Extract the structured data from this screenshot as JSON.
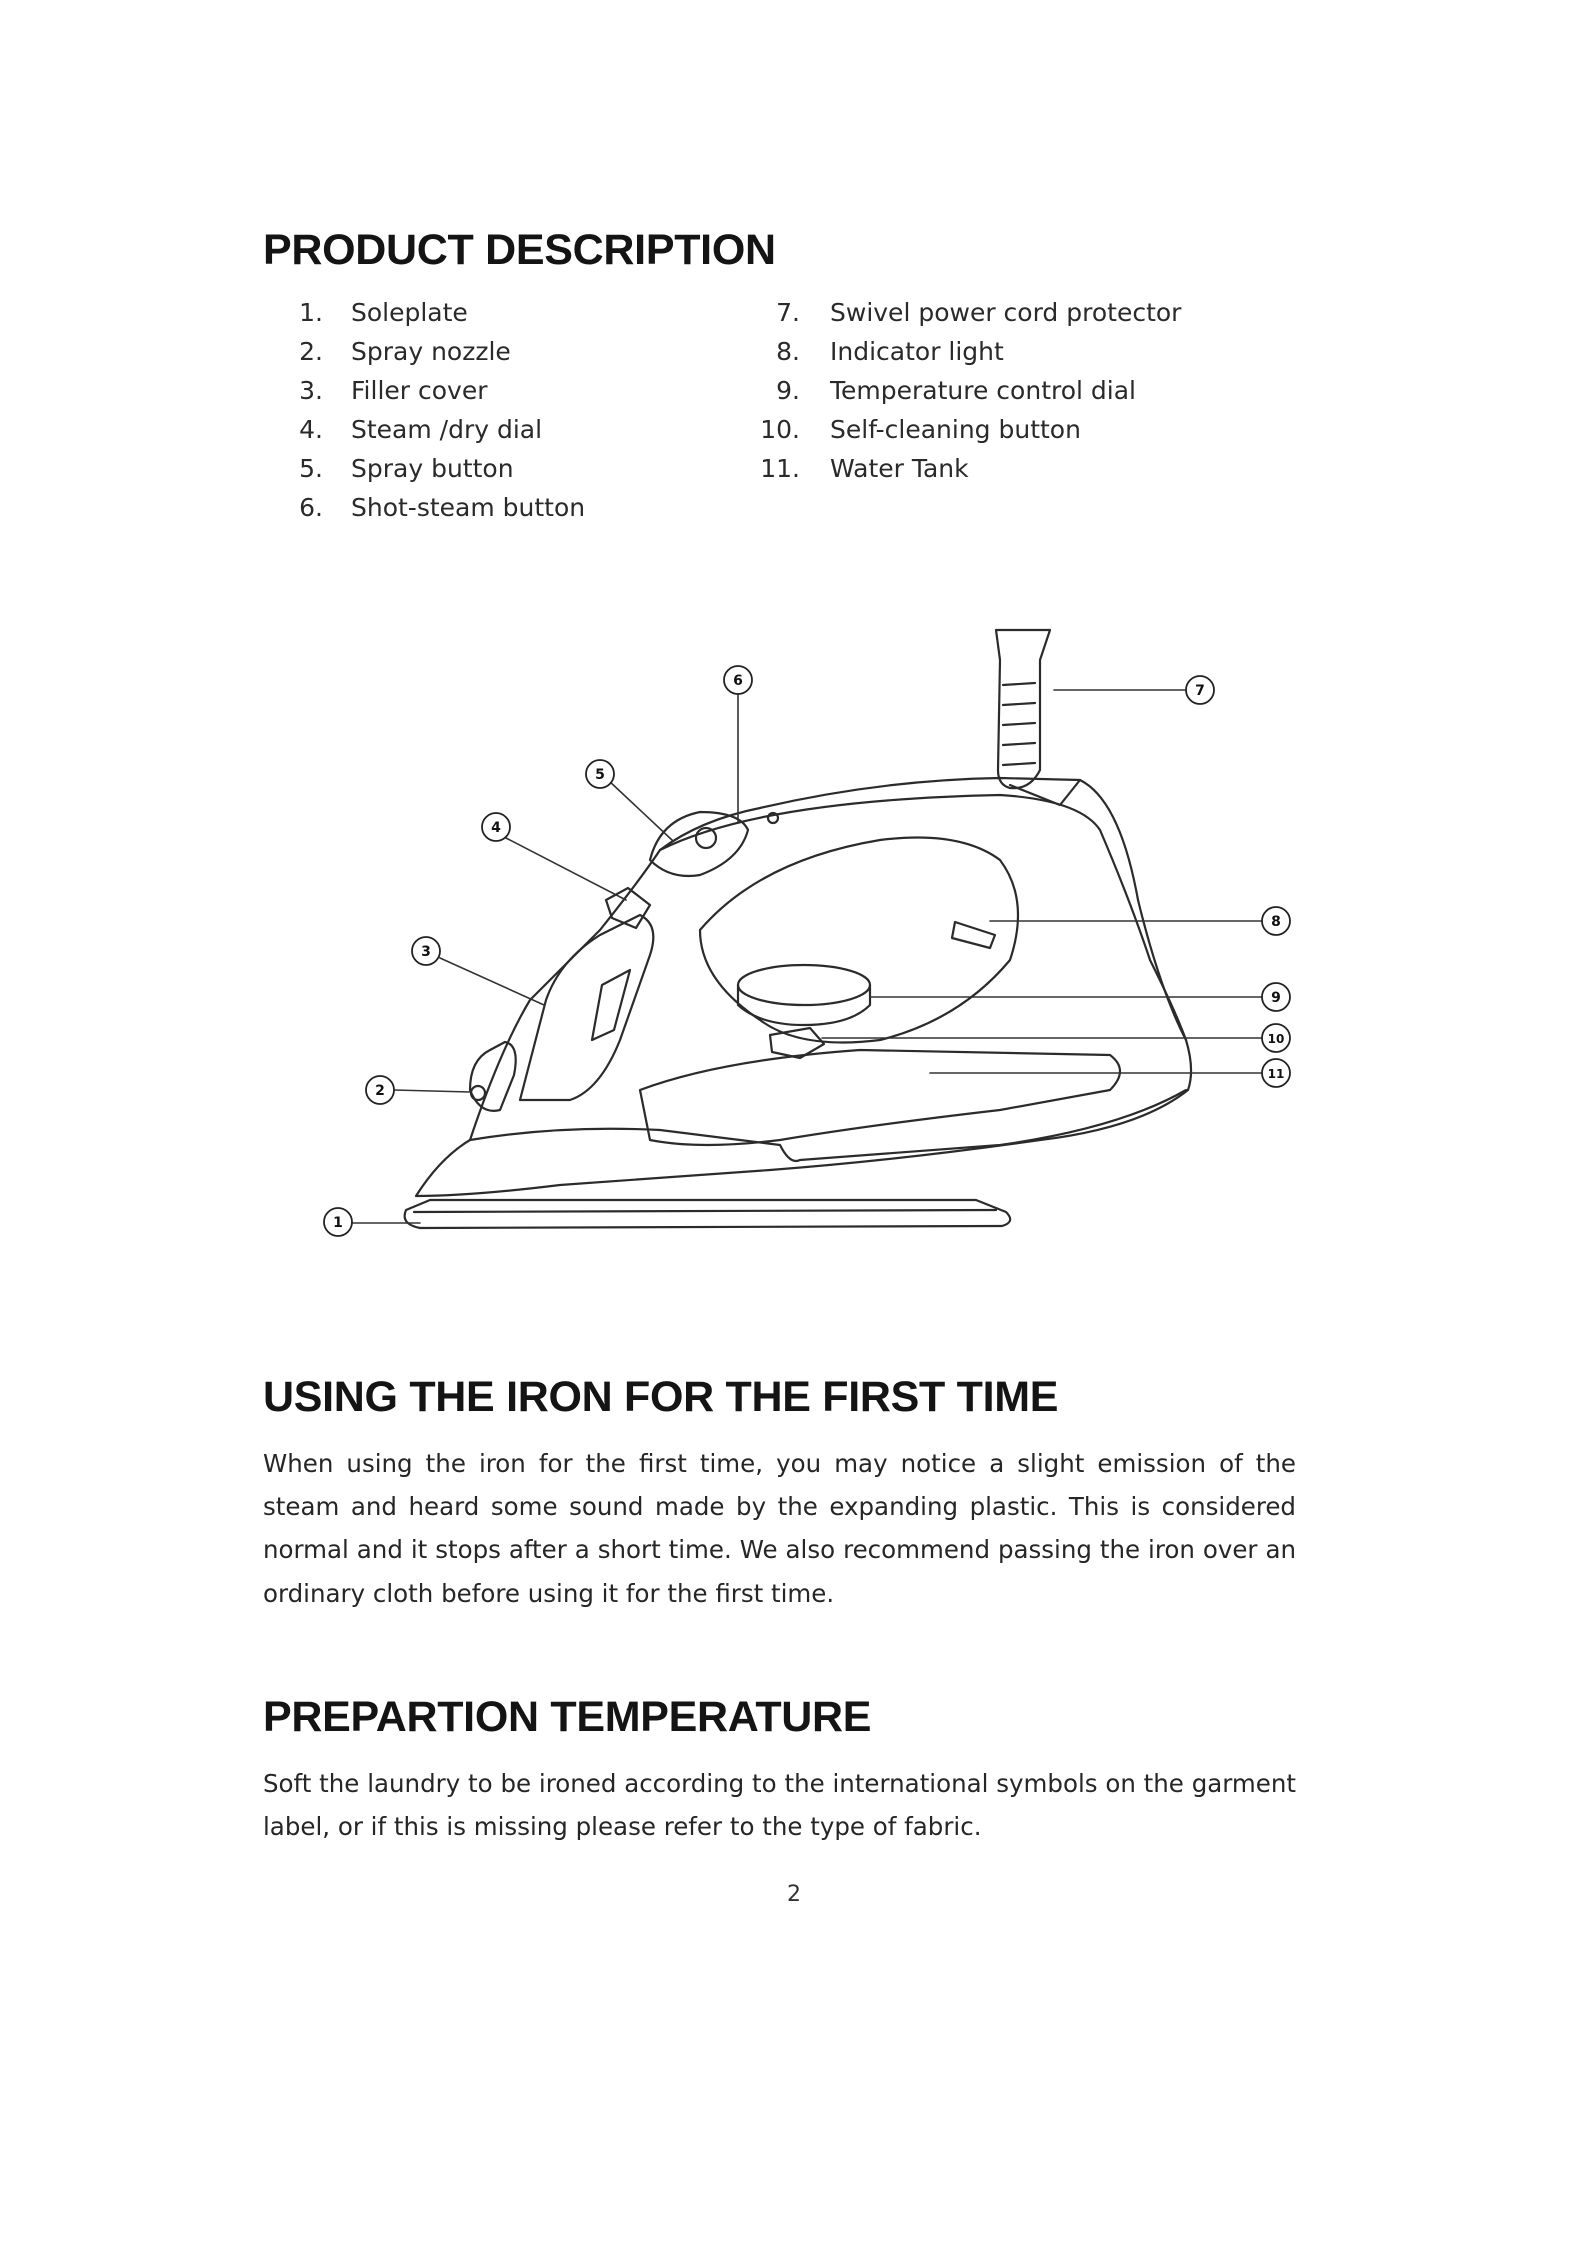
{
  "product_description": {
    "heading": "PRODUCT DESCRIPTION",
    "parts": [
      {
        "num": "1.",
        "label": "Soleplate"
      },
      {
        "num": "2.",
        "label": "Spray nozzle"
      },
      {
        "num": "3.",
        "label": "Filler cover"
      },
      {
        "num": "4.",
        "label": "Steam /dry dial"
      },
      {
        "num": "5.",
        "label": "Spray button"
      },
      {
        "num": "6.",
        "label": "Shot-steam button"
      },
      {
        "num": "7.",
        "label": "Swivel power cord protector"
      },
      {
        "num": "8.",
        "label": "Indicator light"
      },
      {
        "num": "9.",
        "label": "Temperature control dial"
      },
      {
        "num": "10.",
        "label": "Self-cleaning button"
      },
      {
        "num": "11.",
        "label": "Water Tank"
      }
    ]
  },
  "diagram": {
    "callouts": [
      "1",
      "2",
      "3",
      "4",
      "5",
      "6",
      "7",
      "8",
      "9",
      "10",
      "11"
    ]
  },
  "first_time": {
    "heading": "USING THE IRON FOR THE FIRST TIME",
    "text": "When using the iron for the first time, you may notice a slight emission of the steam and heard some sound made by the expanding plastic. This is considered normal and it stops after a short time. We also recommend passing the iron over an ordinary cloth before using it for the first time."
  },
  "preparation": {
    "heading": "PREPARTION TEMPERATURE",
    "text": "Soft the laundry to be ironed according to the international symbols on the garment label, or if this is missing please refer to the type of fabric."
  },
  "page_number": "2"
}
